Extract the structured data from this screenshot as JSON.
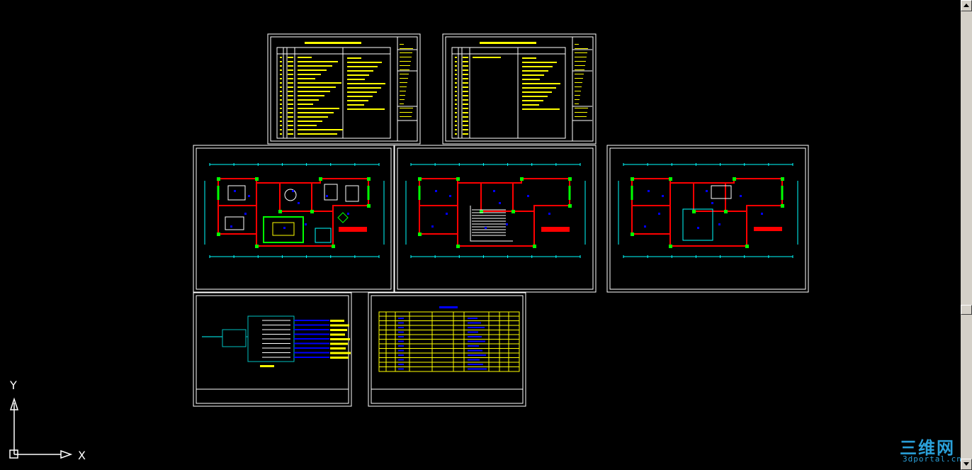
{
  "viewport": {
    "background": "#000000",
    "ucs": {
      "x_label": "X",
      "y_label": "Y",
      "color": "#ffffff"
    }
  },
  "sheets": [
    {
      "id": "spec-table-1",
      "kind": "specification table"
    },
    {
      "id": "spec-table-2",
      "kind": "specification table"
    },
    {
      "id": "floor-plan-furniture",
      "kind": "floor plan"
    },
    {
      "id": "floor-plan-walls",
      "kind": "floor plan"
    },
    {
      "id": "ceiling-plan",
      "kind": "floor plan"
    },
    {
      "id": "electrical-diagram",
      "kind": "system diagram"
    },
    {
      "id": "equipment-schedule",
      "kind": "schedule table"
    }
  ],
  "colors": {
    "frame": "#ffffff",
    "annotation": "#ffff00",
    "wall": "#ff0000",
    "column": "#00ff00",
    "fixture": "#0000ff",
    "dimension": "#00ffff",
    "furniture": "#ff00ff",
    "diagram": "#00c0c0"
  },
  "scrollbar": {
    "orientation": "vertical",
    "position": 0.66
  },
  "watermark": {
    "chinese": "三维网",
    "latin": "3dportal.cn",
    "color": "#2a9fd8"
  }
}
